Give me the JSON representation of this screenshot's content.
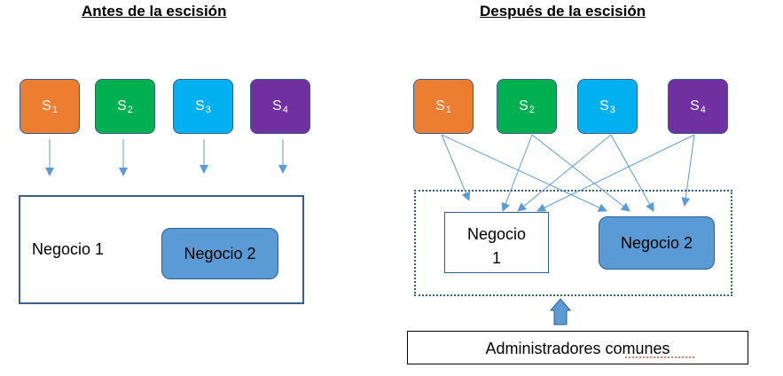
{
  "left": {
    "title": "Antes de la escisión",
    "shareholders": [
      {
        "letter": "S",
        "sub": "1",
        "color": "#ed7d31"
      },
      {
        "letter": "S",
        "sub": "2",
        "color": "#00b050"
      },
      {
        "letter": "S",
        "sub": "3",
        "color": "#00b0f0"
      },
      {
        "letter": "S",
        "sub": "4",
        "color": "#7030a0"
      }
    ],
    "business1": "Negocio 1",
    "business2": "Negocio 2"
  },
  "right": {
    "title": "Después de la escisión",
    "shareholders": [
      {
        "letter": "S",
        "sub": "1",
        "color": "#ed7d31"
      },
      {
        "letter": "S",
        "sub": "2",
        "color": "#00b050"
      },
      {
        "letter": "S",
        "sub": "3",
        "color": "#00b0f0"
      },
      {
        "letter": "S",
        "sub": "4",
        "color": "#7030a0"
      }
    ],
    "business1_line1": "Negocio",
    "business1_line2": "1",
    "business2": "Negocio 2",
    "admins": "Administradores comunes"
  },
  "colors": {
    "arrow": "#5b9bd5",
    "border": "#2f5f8f"
  }
}
